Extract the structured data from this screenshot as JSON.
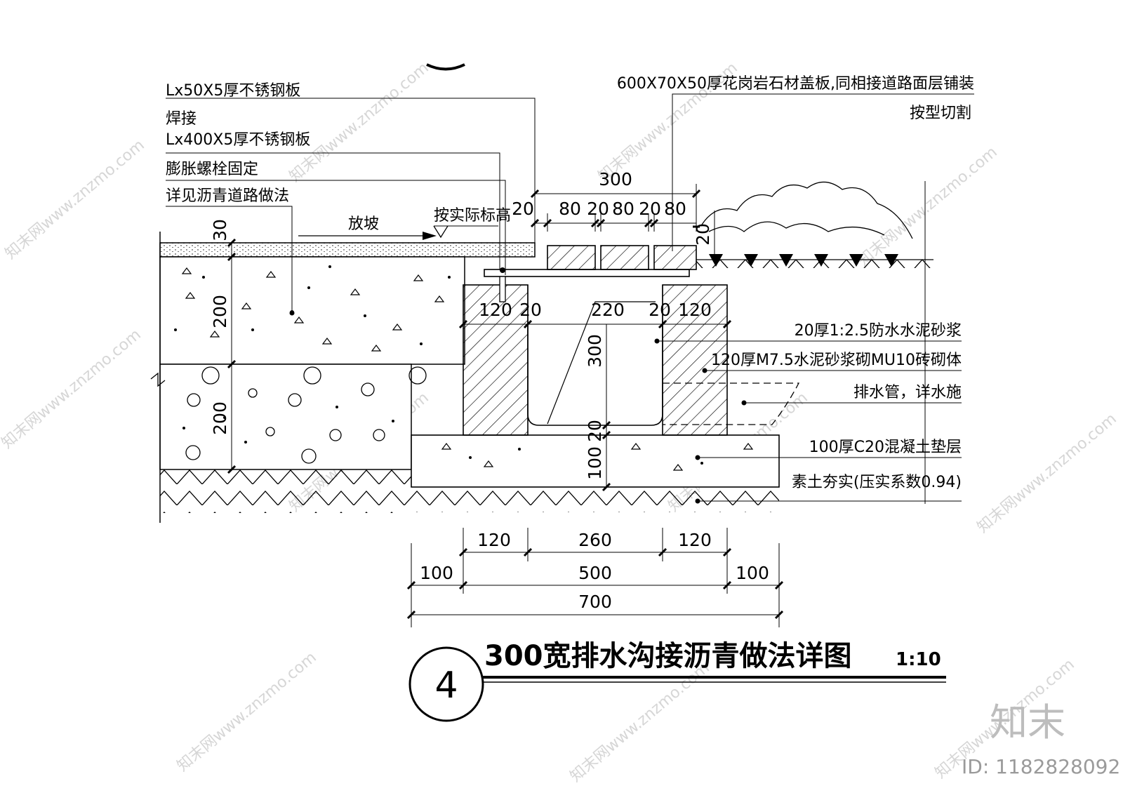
{
  "drawing": {
    "title": "300宽排水沟接沥青做法详图",
    "scale": "1:10",
    "detail_number": "4"
  },
  "callouts_left": {
    "l1": "Lx50X5厚不锈钢板",
    "l2": "焊接",
    "l3": "Lx400X5厚不锈钢板",
    "l4": "膨胀螺栓固定",
    "l5": "详见沥青道路做法",
    "slope": "放坡",
    "elev": "按实际标高"
  },
  "callouts_right": {
    "top": "600X70X50厚花岗岩石材盖板,同相接道路面层铺装",
    "top2": "按型切割",
    "r1": "20厚1:2.5防水水泥砂浆",
    "r2": "120厚M7.5水泥砂浆砌MU10砖砌体",
    "r3": "排水管，详水施",
    "r4": "100厚C20混凝土垫层",
    "r5": "素土夯实(压实系数0.94)"
  },
  "dimensions": {
    "top_total": "300",
    "top_20": "20",
    "top_80a": "80",
    "top_20a": "20",
    "top_80b": "80",
    "top_20b": "20",
    "top_80c": "80",
    "mid_120a": "120",
    "mid_20a": "20",
    "mid_220": "220",
    "mid_20b": "20",
    "mid_120b": "120",
    "v_300": "300",
    "v_20": "20",
    "v_100": "100",
    "v_20r": "20",
    "left_30": "30",
    "left_200a": "200",
    "left_200b": "200",
    "bot_120a": "120",
    "bot_260": "260",
    "bot_120b": "120",
    "bot_100a": "100",
    "bot_500": "500",
    "bot_100b": "100",
    "bot_700": "700"
  },
  "watermark": {
    "site": "知末网www.znzmo.com",
    "brand": "知末",
    "id": "ID: 1182828092"
  }
}
